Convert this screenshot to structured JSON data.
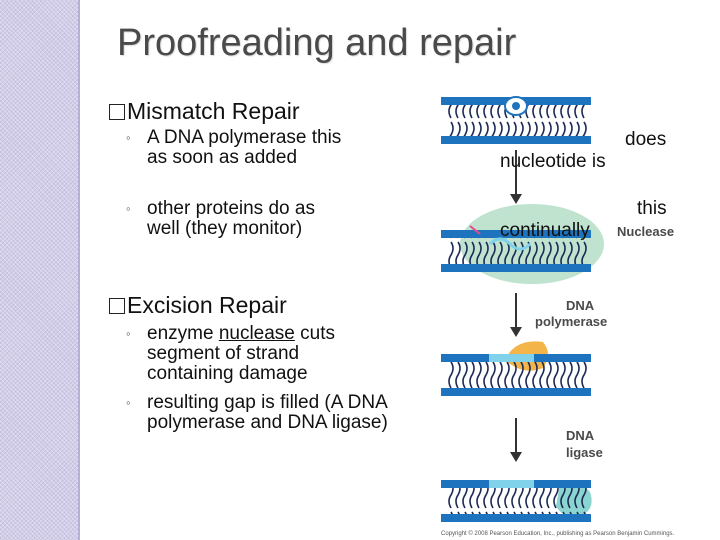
{
  "title": "Proofreading and repair",
  "mismatch": {
    "heading": "Mismatch Repair",
    "item1": "A DNA polymerase this as soon as added",
    "item2": "other proteins do as well (they monitor)"
  },
  "excision": {
    "heading": "Excision Repair",
    "item1_before": "enzyme ",
    "item1_underlined": "nuclease",
    "item1_after": " cuts segment of strand containing damage",
    "item2": "resulting gap is filled (A DNA polymerase and DNA ligase)"
  },
  "overlay_text": {
    "does": "does",
    "nucleotide_is": "nucleotide is",
    "this": "this",
    "continually": "continually"
  },
  "figure": {
    "nuclease_label": "Nuclease",
    "polymerase_label_line1": "DNA",
    "polymerase_label_line2": "polymerase",
    "ligase_label_line1": "DNA",
    "ligase_label_line2": "ligase",
    "copyright": "Copyright © 2008 Pearson Education, Inc., publishing as Pearson Benjamin Cummings."
  },
  "colors": {
    "dna_backbone": "#1e73be",
    "dna_inner": "#1c2a55",
    "nuclease_blob": "#bfe3cf",
    "polymerase_blob": "#f3b54a",
    "ligase_blob": "#8bd5d0",
    "new_strand": "#7fd2ea"
  }
}
